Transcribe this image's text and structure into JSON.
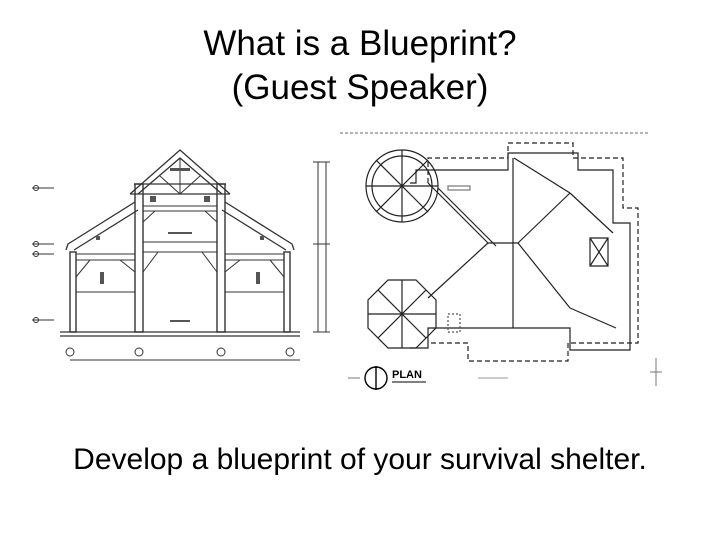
{
  "slide": {
    "title_line1": "What is a Blueprint?",
    "title_line2": "(Guest Speaker)",
    "caption": "Develop a blueprint of your survival shelter.",
    "plan_label": "PLAN"
  }
}
